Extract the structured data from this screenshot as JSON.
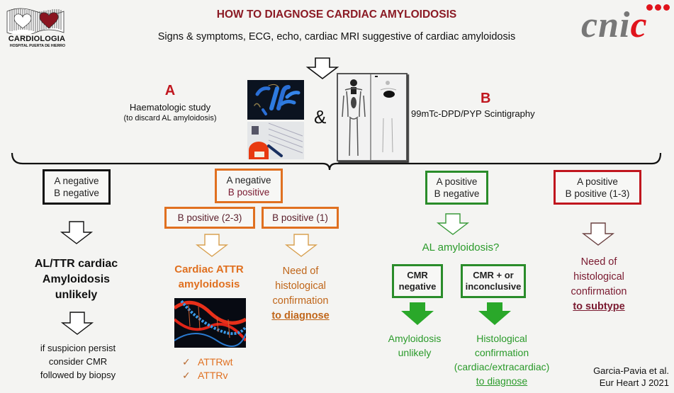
{
  "header": {
    "title": "HOW TO DIAGNOSE CARDIAC AMYLOIDOSIS",
    "subtitle": "Signs & symptoms, ECG, echo, cardiac MRI suggestive of cardiac amyloidosis",
    "logo_left": {
      "name": "CARDIOLOGIA",
      "subtitle": "HOSPITAL PUERTA DE HIERRO"
    },
    "logo_right": {
      "text_gray": "cni",
      "text_red": "c"
    }
  },
  "stage_a": {
    "letter": "A",
    "description": "Haematologic study",
    "note": "(to discard AL amyloidosis)"
  },
  "connector": "&",
  "stage_b": {
    "letter": "B",
    "description": "99mTc-DPD/PYP Scintigraphy"
  },
  "images": {
    "chromosomes": "chromosomes-image",
    "blood_test": "blood-test-image",
    "scintigraphy": "scintigraphy-image",
    "dna": "dna-helix-image"
  },
  "branches": {
    "neg_neg": {
      "line1": "A negative",
      "line2": "B negative",
      "outcome": [
        "AL/TTR cardiac",
        "Amyloidosis",
        "unlikely"
      ],
      "followup": [
        "if suspicion persist",
        "consider CMR",
        "followed by biopsy"
      ]
    },
    "neg_pos": {
      "line1": "A negative",
      "line2": "B positive",
      "sub_left": "B positive (2-3)",
      "sub_right": "B positive (1)",
      "outcome_left": [
        "Cardiac ATTR",
        "amyloidosis"
      ],
      "attr_types": [
        {
          "check": "✓",
          "label": "ATTRwt"
        },
        {
          "check": "✓",
          "label": "ATTRv"
        }
      ],
      "outcome_right": [
        "Need of",
        "histological",
        "confirmation"
      ],
      "outcome_right_emph": "to diagnose"
    },
    "pos_neg": {
      "line1": "A positive",
      "line2": "B negative",
      "question": "AL amyloidosis?",
      "cmr_left": [
        "CMR",
        "negative"
      ],
      "cmr_right": [
        "CMR + or",
        "inconclusive"
      ],
      "outcome_left": [
        "Amyloidosis",
        "unlikely"
      ],
      "outcome_right": [
        "Histological",
        "confirmation",
        "(cardiac/extracardiac)"
      ],
      "outcome_right_emph": "to diagnose"
    },
    "pos_pos": {
      "line1": "A positive",
      "line2": "B positive (1-3)",
      "outcome": [
        "Need of",
        "histological",
        "confirmation"
      ],
      "outcome_emph": "to subtype"
    }
  },
  "citation": {
    "line1": "Garcia-Pavia et al.",
    "line2": "Eur Heart J 2021"
  },
  "colors": {
    "title": "#8b1a24",
    "letter": "#c0161e",
    "orange": "#e07020",
    "green": "#2a8c2a",
    "red": "#c0161e",
    "background": "#f4f4f2"
  }
}
